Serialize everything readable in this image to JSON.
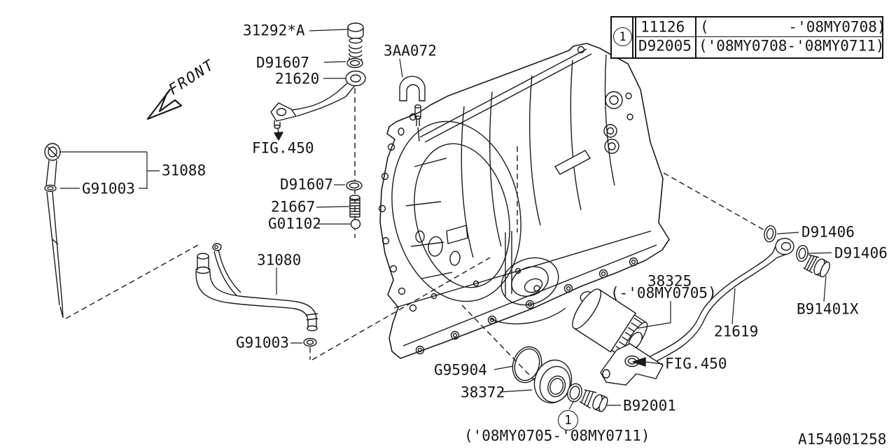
{
  "window": {
    "background": "#ffffff",
    "line_color": "#1a1a1a"
  },
  "legend_table": {
    "marker": "1",
    "rows": [
      {
        "part": "11126",
        "range": "(         -'08MY0708)"
      },
      {
        "part": "D92005",
        "range": "('08MY0708-'08MY0711)"
      }
    ]
  },
  "callouts": {
    "bolt_31292": "31292*A",
    "oring_d91607_upper": "D91607",
    "pipe_21620": "21620",
    "hook_3aa072": "3AA072",
    "fig_450_left": "FIG.450",
    "gauge_31088": "31088",
    "oring_g91003_upper": "G91003",
    "oring_d91607_lower": "D91607",
    "stud_21667": "21667",
    "ball_g01102": "G01102",
    "pipe_31080": "31080",
    "oring_g91003_lower": "G91003",
    "oring_d91406_upper": "D91406",
    "oring_d91406_lower": "D91406",
    "bolt_b91401x": "B91401X",
    "filter_38325": "38325",
    "filter_38325_range": "(-'08MY0705)",
    "pipe_21619": "21619",
    "fig_450_right": "FIG.450",
    "oring_g95904": "G95904",
    "cover_38372": "38372",
    "bolt_b92001": "B92001",
    "marker_1": "1",
    "range_note": "('08MY0705-'08MY0711)"
  },
  "front_indicator": "FRONT",
  "drawing_number": "A154001258"
}
